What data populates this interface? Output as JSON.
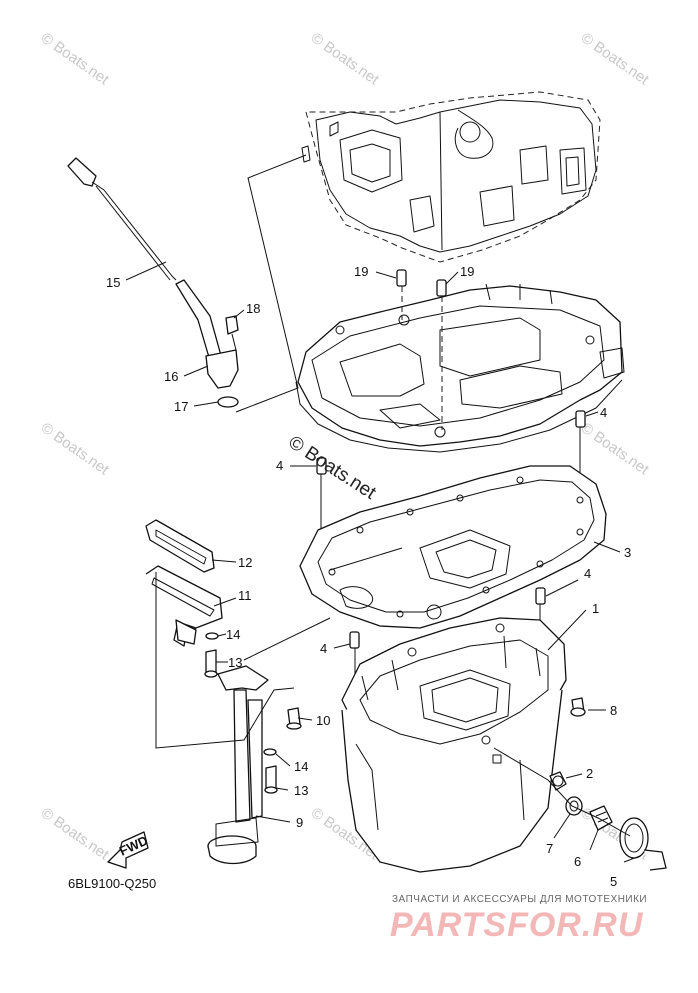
{
  "diagram": {
    "reference_code": "6BL9100-Q250",
    "fwd_arrow_text": "FWD",
    "center_watermark": "© Boats.net",
    "watermark_text": "© Boats.net",
    "brand_caption": "ЗАПЧАСТИ И АКСЕССУАРЫ ДЛЯ МОТОТЕХНИКИ",
    "brand_name": "PARTSFOR.RU",
    "callouts": {
      "c1": "1",
      "c2": "2",
      "c3": "3",
      "c4a": "4",
      "c4b": "4",
      "c4c": "4",
      "c4d": "4",
      "c5": "5",
      "c6": "6",
      "c7": "7",
      "c8": "8",
      "c9": "9",
      "c10": "10",
      "c11": "11",
      "c12": "12",
      "c13a": "13",
      "c13b": "13",
      "c14a": "14",
      "c14b": "14",
      "c15": "15",
      "c16": "16",
      "c17": "17",
      "c18": "18",
      "c19a": "19",
      "c19b": "19"
    }
  }
}
